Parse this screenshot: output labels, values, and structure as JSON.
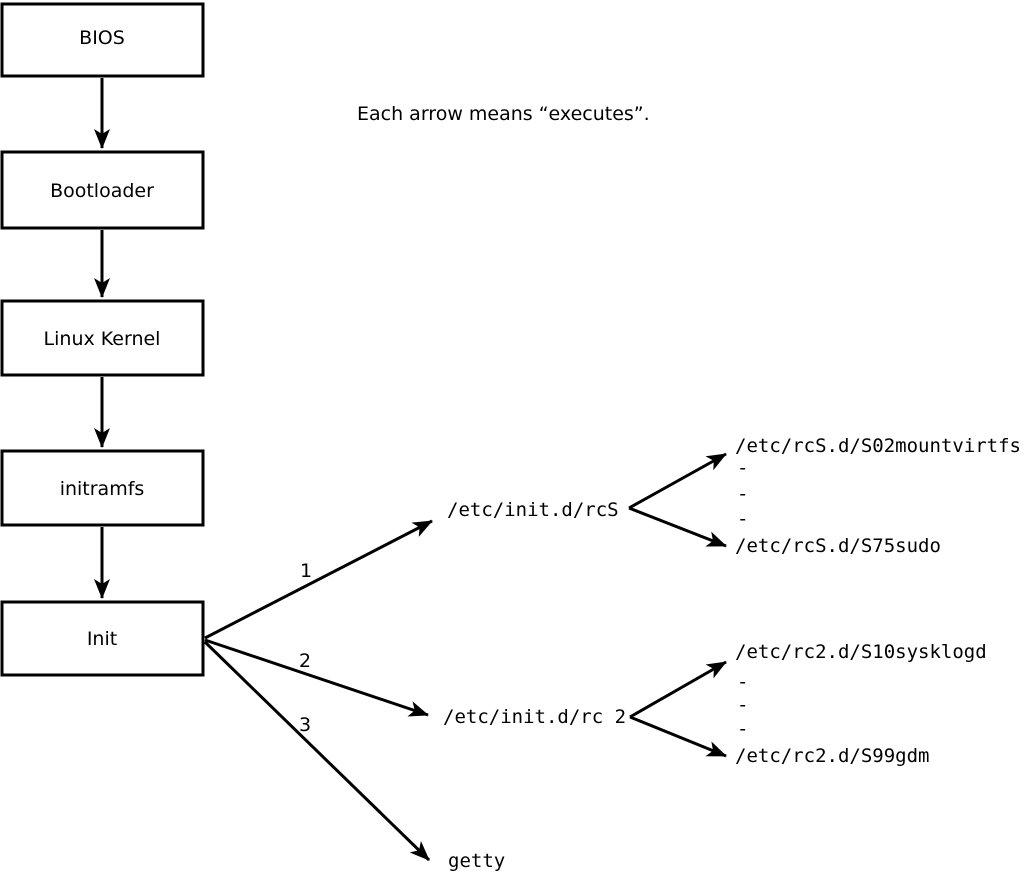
{
  "diagram": {
    "caption": "Each arrow means “executes”.",
    "colors": {
      "line": "#000000",
      "background": "#ffffff"
    },
    "chain": [
      {
        "label": "BIOS"
      },
      {
        "label": "Bootloader"
      },
      {
        "label": "Linux Kernel"
      },
      {
        "label": "initramfs"
      },
      {
        "label": "Init"
      }
    ],
    "branches": [
      {
        "number": "1",
        "target": "/etc/init.d/rcS",
        "children": [
          "/etc/rcS.d/S02mountvirtfs",
          "-",
          "-",
          "-",
          "/etc/rcS.d/S75sudo"
        ]
      },
      {
        "number": "2",
        "target": "/etc/init.d/rc 2",
        "children": [
          "/etc/rc2.d/S10sysklogd",
          "-",
          "-",
          "-",
          "/etc/rc2.d/S99gdm"
        ]
      },
      {
        "number": "3",
        "target": "getty",
        "children": []
      }
    ]
  }
}
